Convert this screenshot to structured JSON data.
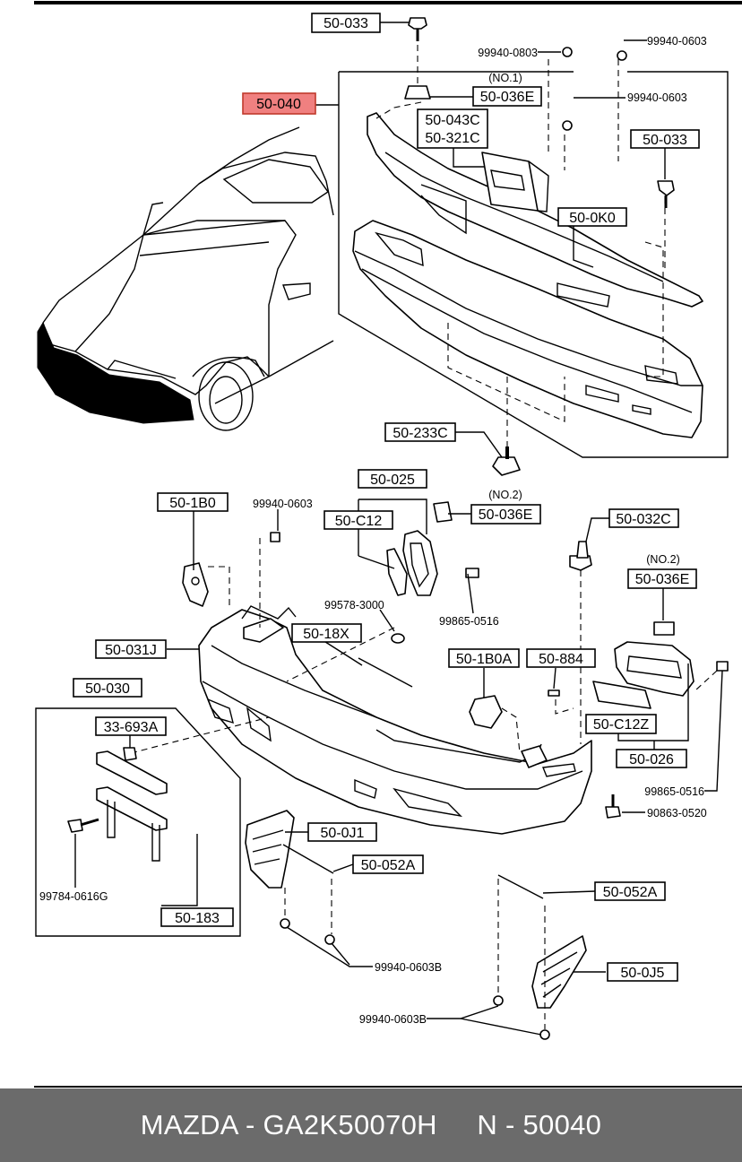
{
  "callouts": {
    "c50_033_top": "50-033",
    "c99940_0803": "99940-0803",
    "c99940_0603_a": "99940-0603",
    "c50_040": "50-040",
    "no1": "(NO.1)",
    "c50_036E_1": "50-036E",
    "c99940_0603_b": "99940-0603",
    "c50_043C": "50-043C",
    "c50_321C": "50-321C",
    "c50_033_right": "50-033",
    "c50_0K0": "50-0K0",
    "c50_233C": "50-233C",
    "c50_025": "50-025",
    "no2_a": "(NO.2)",
    "c50_036E_2": "50-036E",
    "c50_1B0": "50-1B0",
    "c99940_0603_c": "99940-0603",
    "c50_C12": "50-C12",
    "c50_032C": "50-032C",
    "no2_b": "(NO.2)",
    "c50_036E_3": "50-036E",
    "c99578_3000": "99578-3000",
    "c99865_0516_a": "99865-0516",
    "c50_031J": "50-031J",
    "c50_18X": "50-18X",
    "c50_1B0A": "50-1B0A",
    "c50_884": "50-884",
    "c50_030": "50-030",
    "c33_693A": "33-693A",
    "c50_C12Z": "50-C12Z",
    "c50_026": "50-026",
    "c99865_0516_b": "99865-0516",
    "c90863_0520": "90863-0520",
    "c50_0J1": "50-0J1",
    "c50_052A_1": "50-052A",
    "c50_052A_2": "50-052A",
    "c99784_0616G": "99784-0616G",
    "c50_183": "50-183",
    "c99940_0603B_1": "99940-0603B",
    "c50_0J5": "50-0J5",
    "c99940_0603B_2": "99940-0603B"
  },
  "footer": {
    "text": "MAZDA - GA2K50070H     N - 50040"
  },
  "colors": {
    "highlight": "#f08080",
    "footer_bg": "#6b6b6b"
  }
}
